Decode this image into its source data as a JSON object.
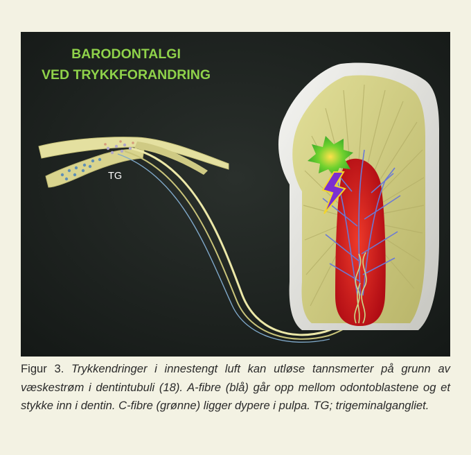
{
  "figure": {
    "title_line1": "BARODONTALGI",
    "title_line2": "VED TRYKKFORANDRING",
    "ganglion_label": "TG",
    "title_color": "#8fd24a",
    "background_color": "#1d2320",
    "dentin_color": "#dcd98a",
    "enamel_color": "#e6e6e2",
    "pulpa_color": "#d4141c",
    "a_fibre_color": "#6a79d6",
    "c_fibre_color": "#b7d98a",
    "pain_flash_color": "#7b2fd1",
    "air_burst_color": "#5fce2f"
  },
  "caption": {
    "label": "Figur 3.",
    "text": "Trykkendringer i innestengt luft kan utløse tannsmerter på grunn av væskestrøm i dentintubuli (18). A-fibre (blå) går opp mellom odontoblastene og et stykke inn i dentin. C-fibre (grønne) ligger dypere i pulpa. TG; trigeminalgangliet."
  }
}
